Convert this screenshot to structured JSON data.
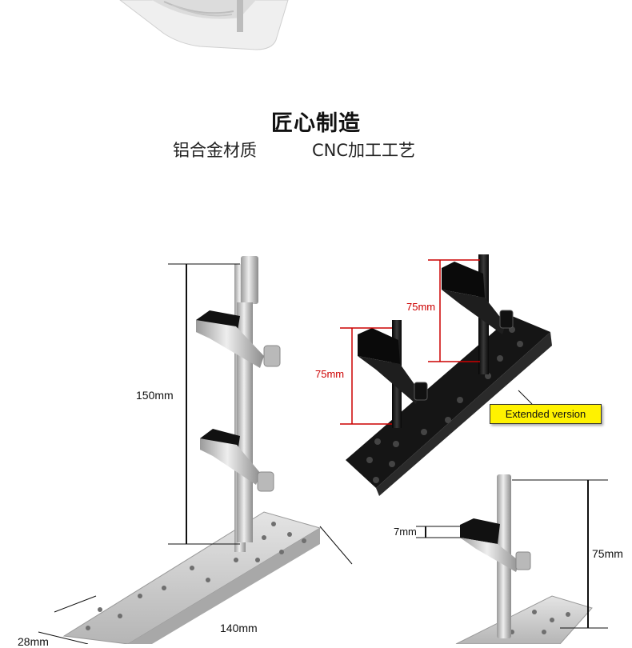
{
  "heading": "匠心制造",
  "features": [
    "铝合金材质",
    "CNC加工工艺"
  ],
  "dimensions": {
    "height_main": "150mm",
    "length_base": "140mm",
    "width_base": "28mm",
    "ext_upper": "75mm",
    "ext_lower": "75mm",
    "small_height": "75mm",
    "small_thickness": "7mm"
  },
  "badge": "Extended version",
  "colors": {
    "dimension_red": "#cc0000",
    "badge_yellow": "#fff200",
    "aluminum": "#c8c8c8",
    "black_finish": "#141414"
  }
}
